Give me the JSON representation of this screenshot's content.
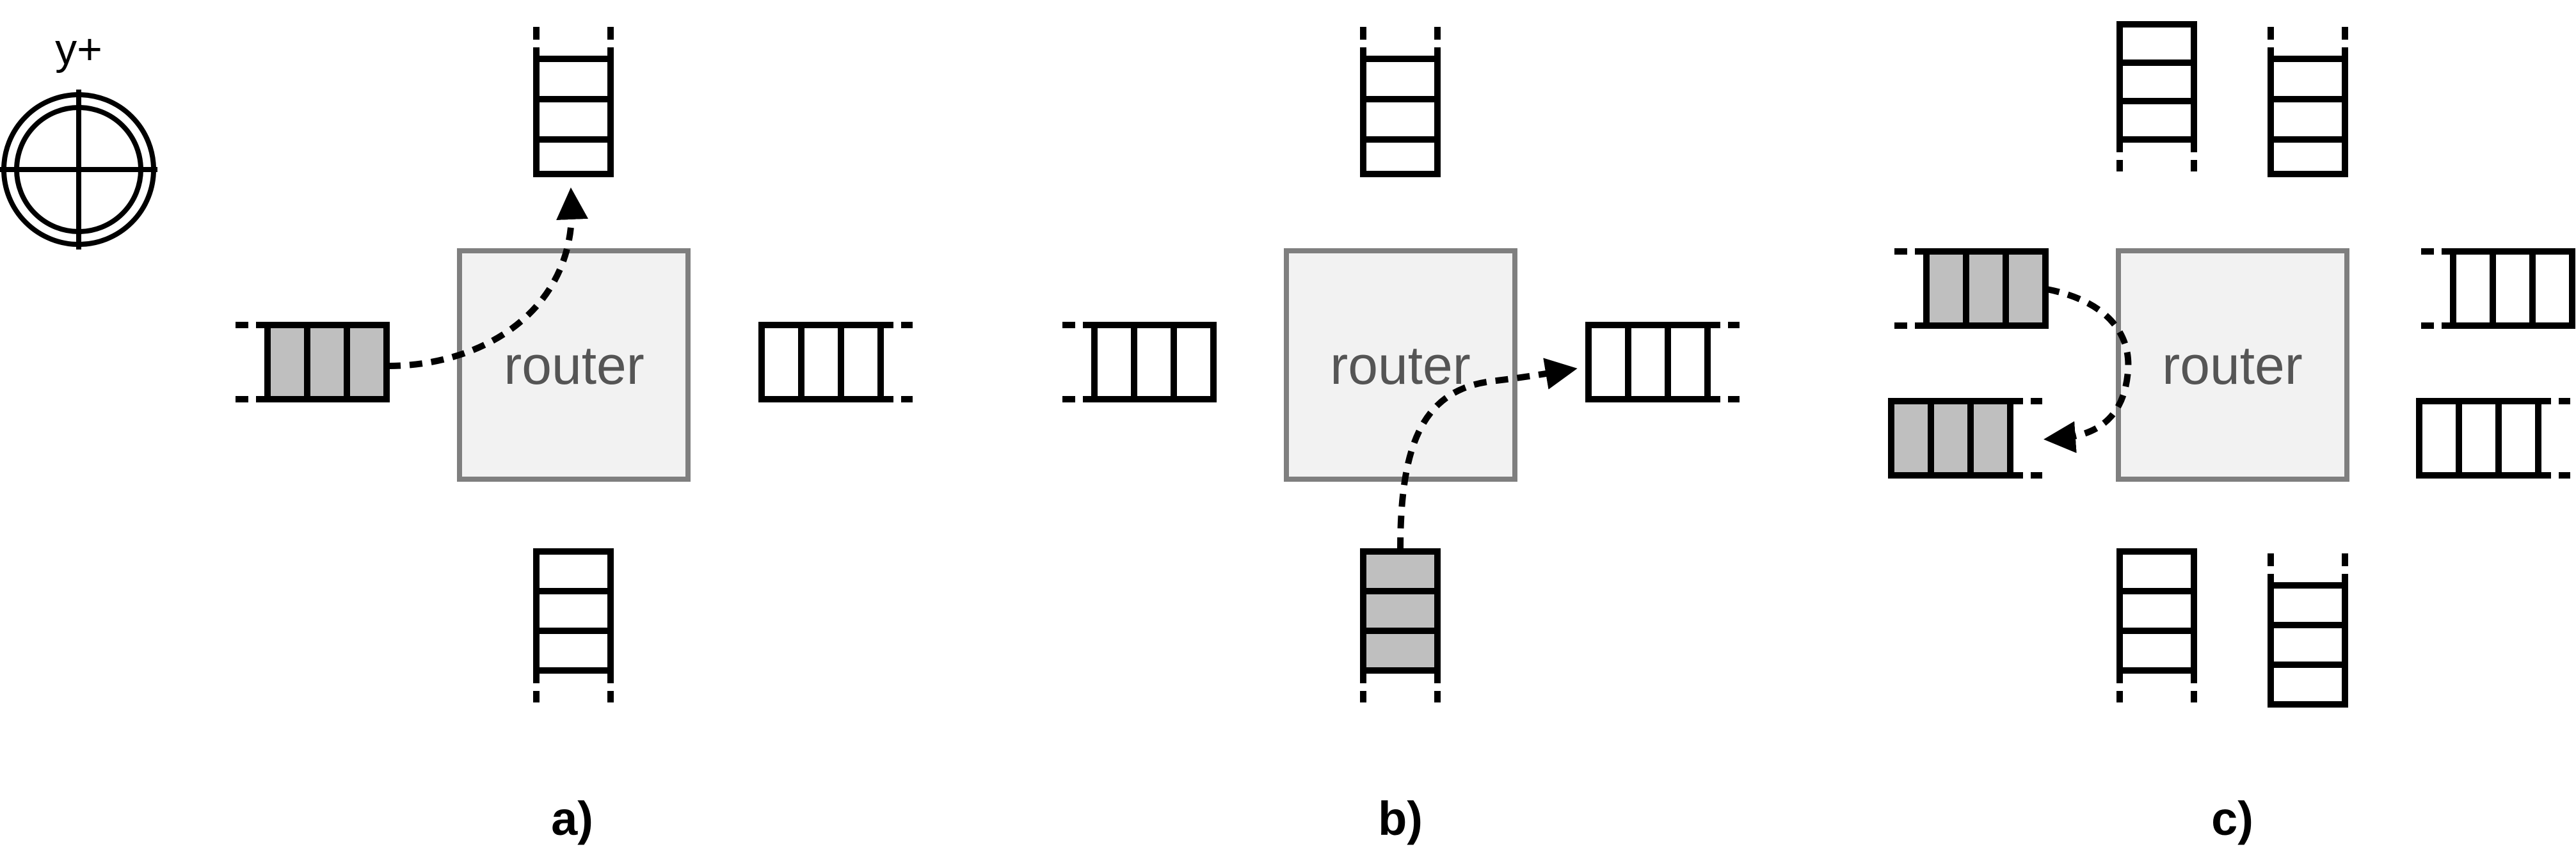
{
  "axis_indicator": {
    "label": "y+"
  },
  "panels": [
    {
      "label": "a)",
      "router_label": "router"
    },
    {
      "label": "b)",
      "router_label": "router"
    },
    {
      "label": "c)",
      "router_label": "router"
    }
  ],
  "colors": {
    "router_fill": "#f2f2f2",
    "router_stroke": "#7f7f7f",
    "buffer_highlight": "#bfbfbf",
    "stroke": "#000000"
  }
}
